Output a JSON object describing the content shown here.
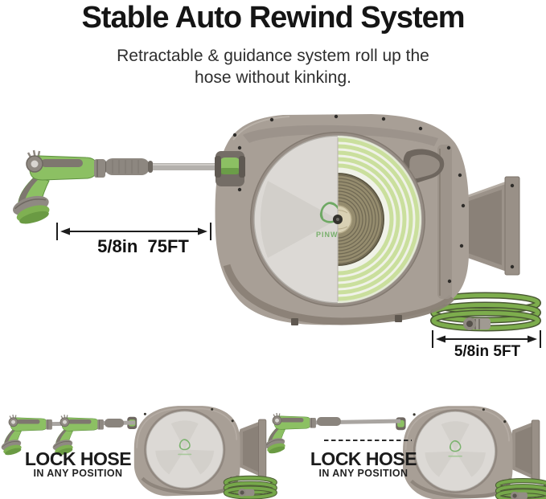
{
  "header": {
    "title": "Stable Auto Rewind System",
    "subtitle_line1": "Retractable & guidance system roll up the",
    "subtitle_line2": "hose without kinking."
  },
  "annotations": {
    "main_hose_dimension": "5/8in  75FT",
    "lead_hose_dimension": "5/8in 5FT"
  },
  "brand": {
    "hub_text": "PINW",
    "logo_icon": "pinwheel-swirl"
  },
  "features": [
    {
      "title": "LOCK HOSE",
      "subtitle": "IN ANY POSITION"
    },
    {
      "title": "LOCK HOSE",
      "subtitle": "IN ANY POSITION"
    }
  ],
  "colors": {
    "housing_taupe": "#a89f96",
    "disc_gray": "#dcd9d5",
    "cutaway_bg": "#f0f2e8",
    "ring_green": "#cadf9d",
    "drum_olive": "#958c6e",
    "hose_green": "#7dad4d",
    "nozzle_green": "#8cc063",
    "text_dark": "#151515"
  }
}
